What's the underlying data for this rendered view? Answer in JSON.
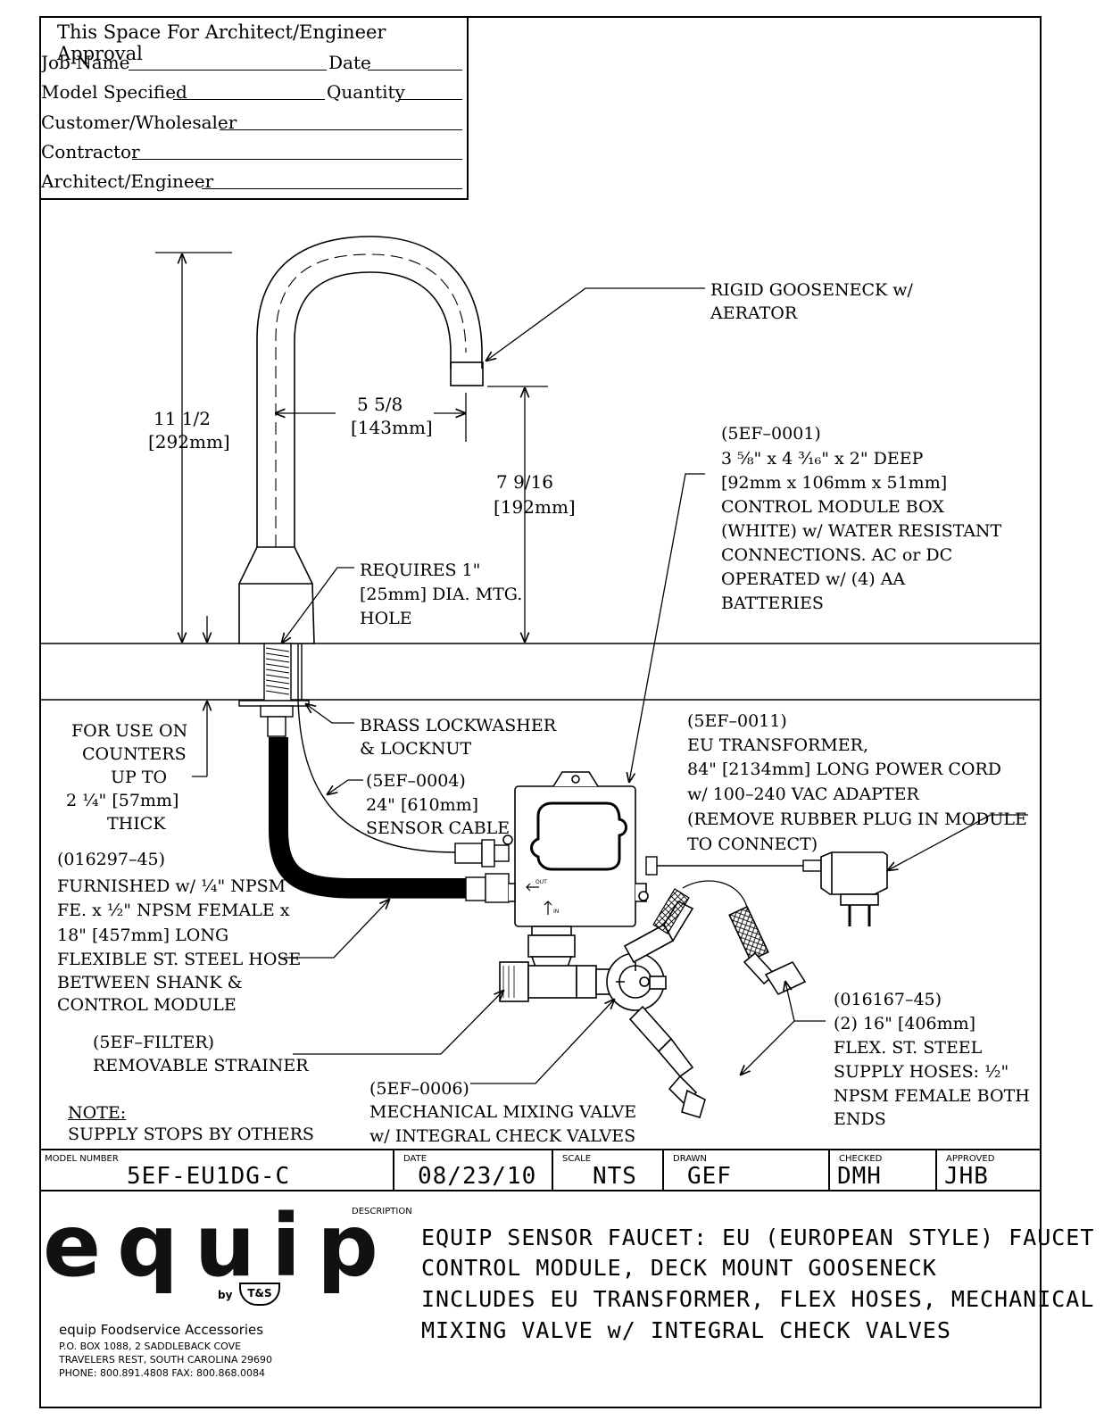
{
  "approval": {
    "title": "This Space For Architect/Engineer Approval",
    "job_name": "Job Name",
    "date": "Date",
    "model_specified": "Model Specified",
    "quantity": "Quantity",
    "customer": "Customer/Wholesaler",
    "contractor": "Contractor",
    "architect": "Architect/Engineer"
  },
  "dimensions": {
    "height_in": "11 1/2",
    "height_mm": "[292mm]",
    "reach_in": "5 5/8",
    "reach_mm": "[143mm]",
    "spout_in": "7 9/16",
    "spout_mm": "[192mm]"
  },
  "callouts": {
    "gooseneck": [
      "RIGID GOOSENECK w/",
      "AERATOR"
    ],
    "control_box": [
      "(5EF–0001)",
      "3 ⅝\" x 4 ³⁄₁₆\" x 2\" DEEP",
      "[92mm x 106mm x 51mm]",
      "CONTROL MODULE BOX",
      "(WHITE) w/ WATER RESISTANT",
      "CONNECTIONS. AC or DC",
      "OPERATED w/ (4) AA",
      "BATTERIES"
    ],
    "mtg_hole": [
      "REQUIRES 1\"",
      "[25mm] DIA. MTG.",
      "HOLE"
    ],
    "lockwasher": [
      "BRASS LOCKWASHER",
      "& LOCKNUT"
    ],
    "counters": [
      "FOR USE ON",
      "COUNTERS",
      "UP TO",
      "2 ¼\" [57mm]",
      "THICK"
    ],
    "sensor_cable": [
      "(5EF–0004)",
      "24\" [610mm]",
      "SENSOR CABLE"
    ],
    "transformer": [
      "(5EF–0011)",
      "EU TRANSFORMER,",
      "84\" [2134mm] LONG POWER CORD",
      "w/ 100–240 VAC ADAPTER",
      "(REMOVE RUBBER PLUG IN MODULE",
      "TO CONNECT)"
    ],
    "hose": [
      "(016297–45)",
      "FURNISHED w/ ¼\" NPSM",
      "FE. x ½\" NPSM FEMALE x",
      "18\" [457mm] LONG",
      "FLEXIBLE ST. STEEL HOSE",
      "BETWEEN SHANK &",
      "CONTROL MODULE"
    ],
    "strainer": [
      "(5EF–FILTER)",
      "REMOVABLE STRAINER"
    ],
    "mixing_valve": [
      "(5EF–0006)",
      "MECHANICAL MIXING VALVE",
      "w/ INTEGRAL CHECK VALVES"
    ],
    "supply_hoses": [
      "(016167–45)",
      "(2) 16\" [406mm]",
      "FLEX. ST. STEEL",
      "SUPPLY HOSES: ½\"",
      "NPSM FEMALE BOTH",
      "ENDS"
    ],
    "note_title": "NOTE:",
    "note_text": "SUPPLY STOPS BY OTHERS",
    "module_out": "OUT",
    "module_in": "IN"
  },
  "title_block": {
    "model_number_cap": "MODEL NUMBER",
    "model_number": "5EF-EU1DG-C",
    "date_cap": "DATE",
    "date": "08/23/10",
    "scale_cap": "SCALE",
    "scale": "NTS",
    "drawn_cap": "DRAWN",
    "drawn": "GEF",
    "checked_cap": "CHECKED",
    "checked": "DMH",
    "approved_cap": "APPROVED",
    "approved": "JHB",
    "description_cap": "DESCRIPTION",
    "description": [
      "EQUIP SENSOR FAUCET: EU (EUROPEAN STYLE) FAUCET &",
      "CONTROL MODULE, DECK MOUNT GOOSENECK",
      "INCLUDES EU TRANSFORMER, FLEX HOSES, MECHANICAL",
      "MIXING VALVE w/ INTEGRAL CHECK VALVES"
    ]
  },
  "company": {
    "logo": "equip",
    "by": "by",
    "ts": "T&S",
    "name": "equip Foodservice Accessories",
    "address1": "P.O. BOX 1088, 2 SADDLEBACK COVE",
    "address2": "TRAVELERS REST, SOUTH CAROLINA 29690",
    "phone": "PHONE: 800.891.4808    FAX: 800.868.0084"
  }
}
